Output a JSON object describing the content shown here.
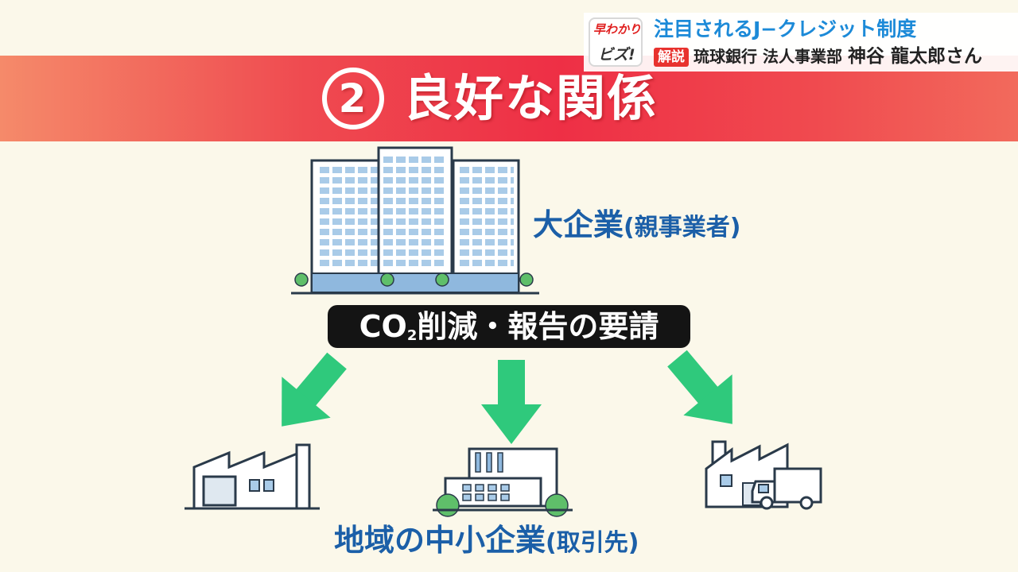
{
  "header": {
    "logo_line1": "早わかり",
    "logo_line2": "ビズ!",
    "topic": "注目されるJ−クレジット制度",
    "tag": "解説",
    "speaker_org": "琉球銀行 法人事業部",
    "speaker_name": "神谷 龍太郎さん"
  },
  "banner": {
    "number": "②",
    "title": "良好な関係"
  },
  "large_company": {
    "label": "大企業",
    "sublabel": "(親事業者)"
  },
  "request": {
    "prefix": "CO",
    "subscript": "2",
    "suffix": "削減・報告の要請"
  },
  "small_companies": {
    "label": "地域の中小企業",
    "sublabel": "(取引先)"
  },
  "colors": {
    "banner_red": "#ee2f45",
    "label_blue": "#1b5fa8",
    "arrow_green": "#2fc97c",
    "background": "#fbf8ea"
  }
}
